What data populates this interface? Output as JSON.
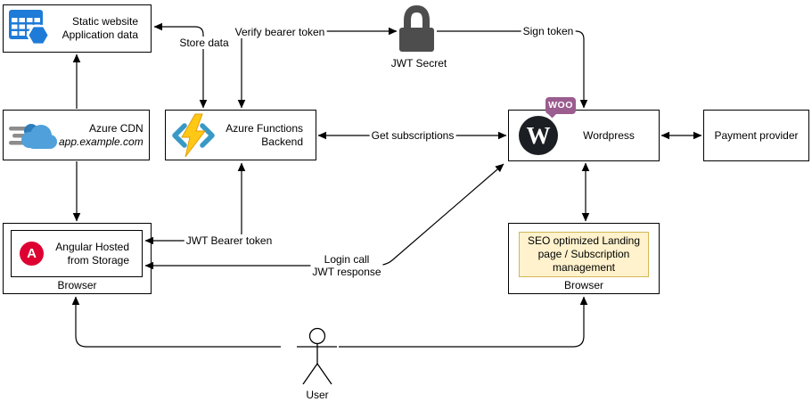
{
  "diagram": {
    "nodes": {
      "static_website": {
        "line1": "Static website",
        "line2": "Application data"
      },
      "azure_cdn": {
        "title": "Azure CDN",
        "subtitle": "app.example.com"
      },
      "azure_functions": {
        "line1": "Azure Functions",
        "line2": "Backend"
      },
      "jwt_secret": {
        "label": "JWT Secret"
      },
      "wordpress": {
        "label": "Wordpress",
        "badge": "WOO"
      },
      "payment_provider": {
        "label": "Payment provider"
      },
      "angular_app": {
        "line1": "Angular Hosted",
        "line2": "from Storage",
        "logo_letter": "A"
      },
      "angular_browser": {
        "label": "Browser"
      },
      "seo_page": {
        "label": "SEO optimized Landing page / Subscription management"
      },
      "seo_browser": {
        "label": "Browser"
      },
      "user": {
        "label": "User"
      }
    },
    "edges": {
      "store_data": {
        "label": "Store data"
      },
      "verify_bearer_token": {
        "label": "Verify bearer token"
      },
      "sign_token": {
        "label": "Sign token"
      },
      "get_subscriptions": {
        "label": "Get subscriptions"
      },
      "jwt_bearer_token": {
        "label": "JWT Bearer token"
      },
      "login_call": {
        "line1": "Login call",
        "line2": "JWT response"
      }
    },
    "colors": {
      "accent_blue": "#1E7BD7",
      "azure_functions_blue": "#3999C6",
      "bolt_yellow": "#FFC815",
      "cdn_cloud": "#4FA0DB",
      "cdn_cloud_dark": "#2E7CB9",
      "cdn_lines": "#8C8C8C",
      "lock_gray": "#4D4D4D",
      "wordpress_black": "#1B1F23",
      "woo_purple": "#9B5C8F",
      "angular_red": "#DD0031",
      "seo_fill": "#FFF2CC",
      "seo_border": "#D6B656"
    }
  }
}
